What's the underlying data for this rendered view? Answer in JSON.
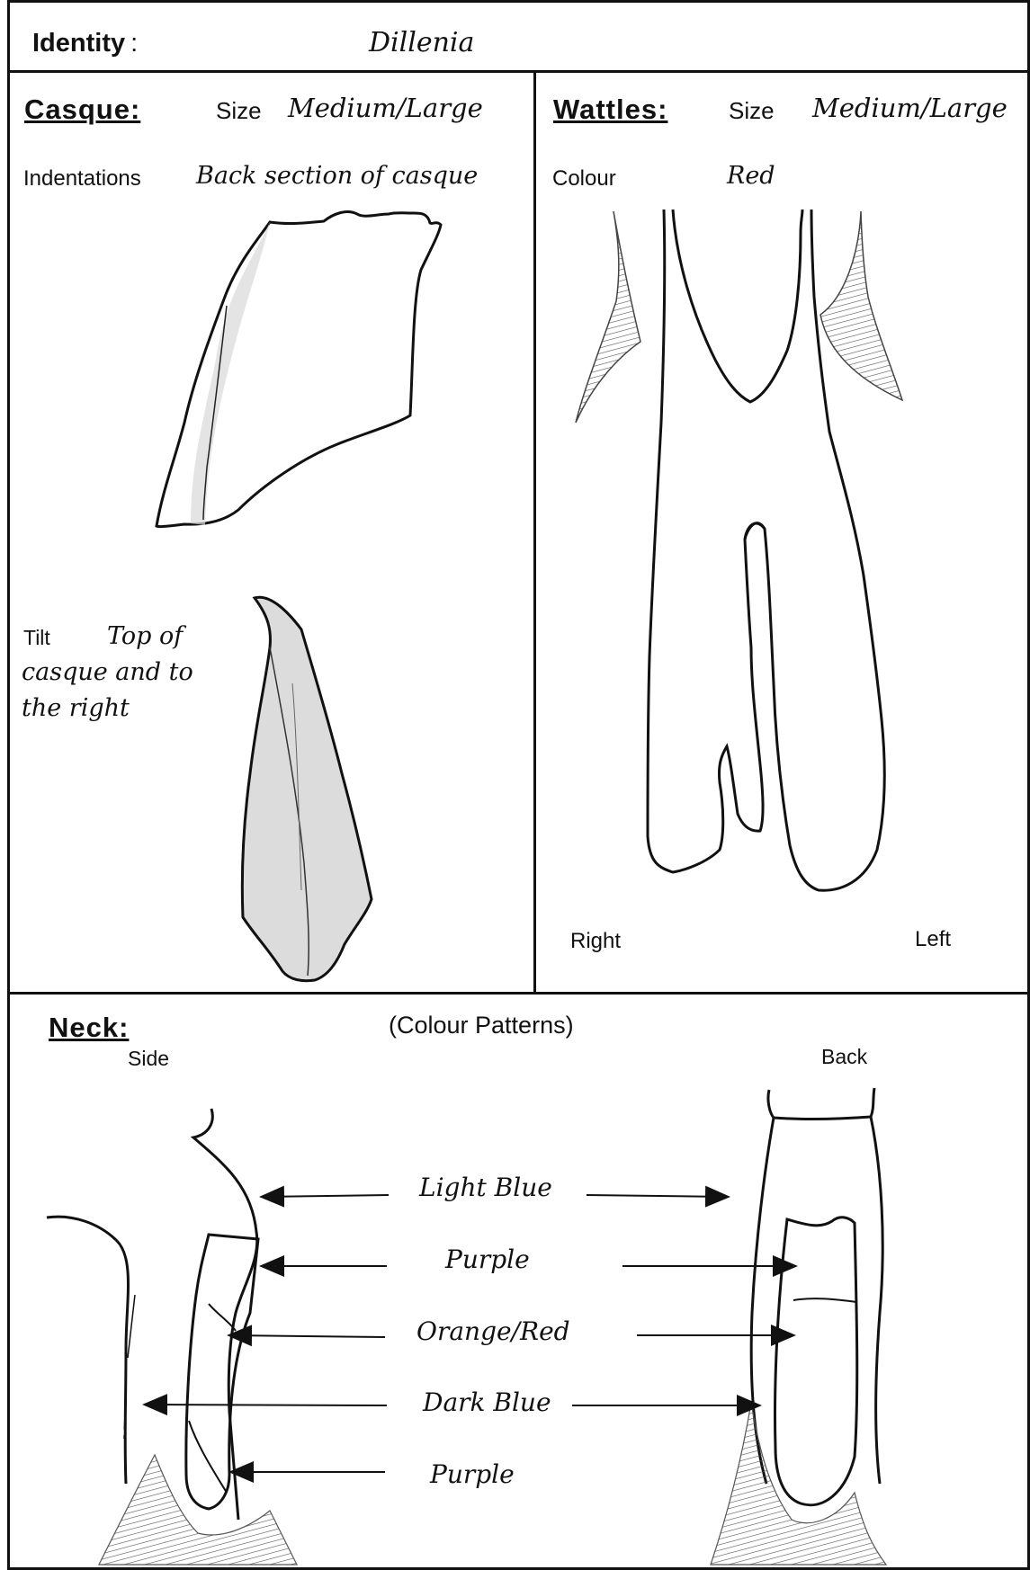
{
  "identity": {
    "label": "Identity",
    "colon": ":",
    "value": "Dillenia"
  },
  "casque": {
    "title": "Casque:",
    "size_label": "Size",
    "size_value": "Medium/Large",
    "indentations_label": "Indentations",
    "indentations_value": "Back section of casque",
    "tilt_label": "Tilt",
    "tilt_value_line1": "Top of",
    "tilt_value_line2": "casque and to",
    "tilt_value_line3": "the right"
  },
  "wattles": {
    "title": "Wattles:",
    "size_label": "Size",
    "size_value": "Medium/Large",
    "colour_label": "Colour",
    "colour_value": "Red",
    "right_label": "Right",
    "left_label": "Left"
  },
  "neck": {
    "title": "Neck:",
    "subtitle": "(Colour Patterns)",
    "side_label": "Side",
    "back_label": "Back",
    "bands": [
      "Light Blue",
      "Purple",
      "Orange/Red",
      "Dark Blue",
      "Purple"
    ]
  }
}
